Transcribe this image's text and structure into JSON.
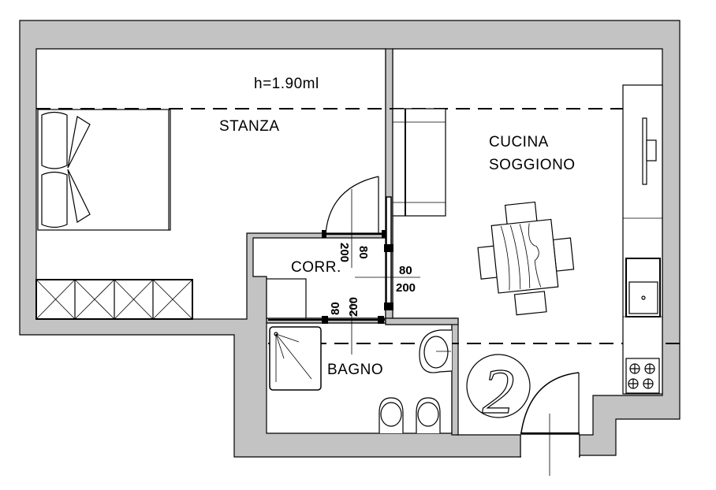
{
  "plan": {
    "ceiling_height_note": "h=1.90ml",
    "rooms": {
      "bedroom": "STANZA",
      "kitchen_line1": "CUCINA",
      "kitchen_line2": "SOGGIONO",
      "corridor": "CORR.",
      "bathroom": "BAGNO"
    },
    "door_dimensions": {
      "bedroom_door": {
        "width": "80",
        "height": "200"
      },
      "living_door": {
        "width": "80",
        "height": "200"
      },
      "bathroom_door": {
        "width": "80",
        "height": "200"
      }
    },
    "markers": {
      "entrance_number": "2"
    },
    "colors": {
      "wall_fill": "#c3c3c3",
      "line": "#000000",
      "background": "#ffffff"
    }
  }
}
